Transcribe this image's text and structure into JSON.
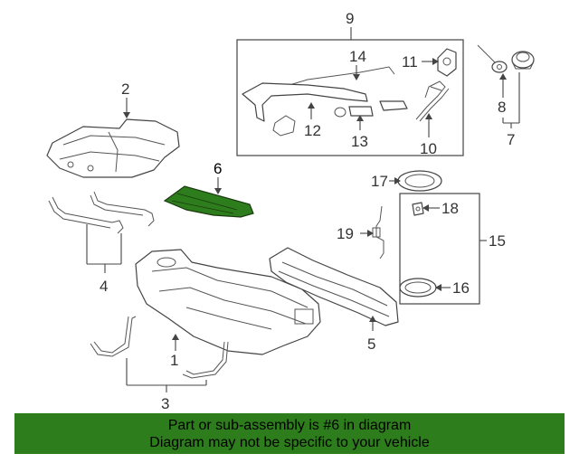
{
  "diagram": {
    "highlight_color": "#2e7d1c",
    "callouts": {
      "c1": "1",
      "c2": "2",
      "c3": "3",
      "c4": "4",
      "c5": "5",
      "c6": "6",
      "c7": "7",
      "c8": "8",
      "c9": "9",
      "c10": "10",
      "c11": "11",
      "c12": "12",
      "c13": "13",
      "c14": "14",
      "c15": "15",
      "c16": "16",
      "c17": "17",
      "c18": "18",
      "c19": "19"
    }
  },
  "banner": {
    "line1": "Part or sub-assembly is #6 in diagram",
    "line2": "Diagram may not be specific to your vehicle",
    "background": "#2e7d1c"
  }
}
